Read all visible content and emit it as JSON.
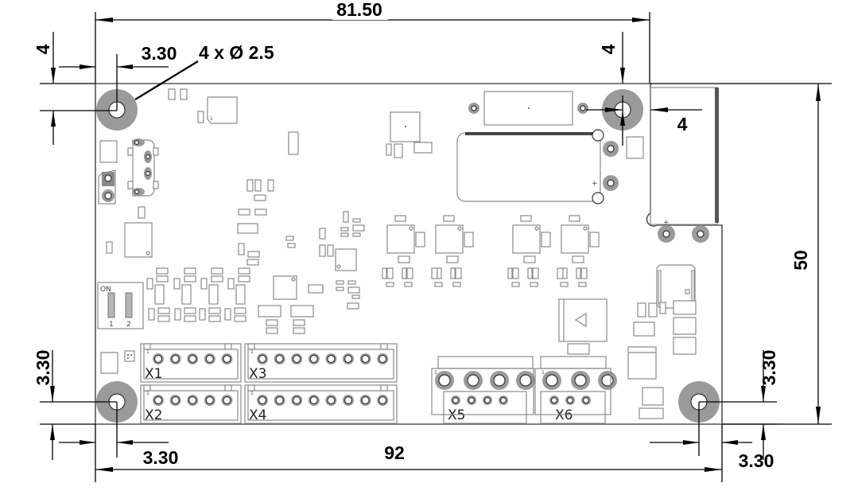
{
  "drawing": {
    "title": "PCB mechanical dimension drawing",
    "units": "mm",
    "colors": {
      "board_outline": "#555555",
      "component_outline": "#8a8a8a",
      "mounting_pad": "#9a9a9a",
      "dimension": "#000000"
    }
  },
  "dimensions": {
    "overall_width_top": "81.50",
    "overall_width_bottom": "92",
    "overall_height": "50",
    "top_left_x_offset": "3.30",
    "top_left_y_offset": "4",
    "top_right_y_offset": "4",
    "top_right_x_offset": "4",
    "bottom_left_y_offset": "3.30",
    "bottom_left_x_offset": "3.30",
    "bottom_right_y_offset": "3.30",
    "bottom_right_x_offset": "3.30",
    "hole_callout": "4 x Ø 2.5"
  },
  "mounting_holes": {
    "count": 4,
    "diameter_mm": 2.5,
    "labels": [
      "top-left",
      "top-right",
      "bottom-left",
      "bottom-right"
    ]
  },
  "connectors": [
    {
      "label": "X1",
      "pins": 5,
      "pin1_mark": "1"
    },
    {
      "label": "X2",
      "pins": 5,
      "pin1_mark": "1"
    },
    {
      "label": "X3",
      "pins": 8,
      "pin1_mark": "1"
    },
    {
      "label": "X4",
      "pins": 8,
      "pin1_mark": "1"
    },
    {
      "label": "X5",
      "pins": 4,
      "pin1_mark": "1"
    },
    {
      "label": "X6",
      "pins": 3,
      "pin1_mark": "1"
    }
  ],
  "dip_switch": {
    "on_label": "ON",
    "positions": [
      "1",
      "2"
    ]
  },
  "markings": {
    "plus": "+",
    "pin_one": "1"
  }
}
